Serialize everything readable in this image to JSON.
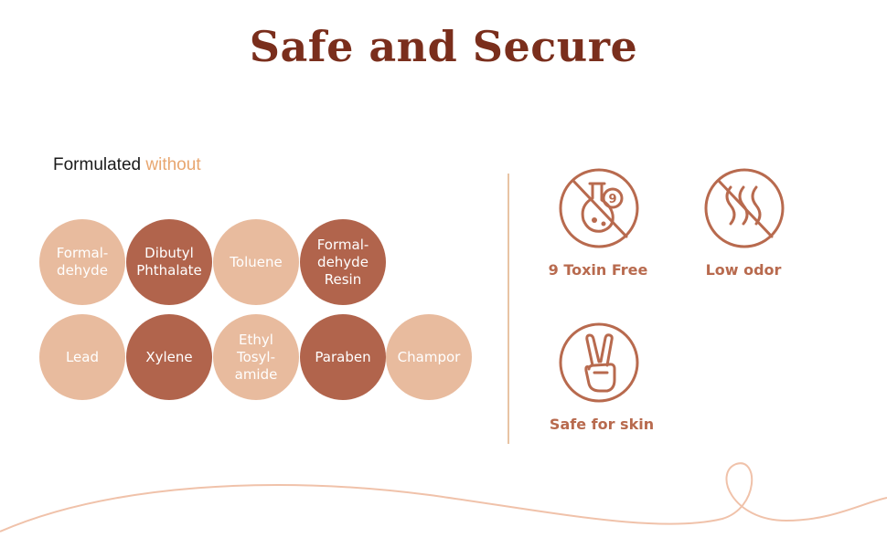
{
  "title": "Safe and Secure",
  "formulated": {
    "prefix": "Formulated",
    "accent": "without"
  },
  "ingredients": [
    {
      "label": "Formal-\ndehyde",
      "tone": "light"
    },
    {
      "label": "Dibutyl\nPhthalate",
      "tone": "dark"
    },
    {
      "label": "Toluene",
      "tone": "light"
    },
    {
      "label": "Formal-\ndehyde\nResin",
      "tone": "dark"
    },
    {
      "label": "Lead",
      "tone": "light"
    },
    {
      "label": "Xylene",
      "tone": "dark"
    },
    {
      "label": "Ethyl\nTosyl-\namide",
      "tone": "light"
    },
    {
      "label": "Paraben",
      "tone": "dark"
    },
    {
      "label": "Champor",
      "tone": "light"
    }
  ],
  "badges": [
    {
      "label": "9 Toxin Free",
      "icon": "no-toxin-flask-icon"
    },
    {
      "label": "Low odor",
      "icon": "no-odor-icon"
    },
    {
      "label": "Safe for skin",
      "icon": "peace-hand-icon"
    }
  ],
  "colors": {
    "title": "#7a2e1c",
    "accent": "#e8a66f",
    "light_circle": "#e8bb9e",
    "dark_circle": "#b1644c",
    "badge": "#b86a4e",
    "divider": "#e8c4a4"
  }
}
